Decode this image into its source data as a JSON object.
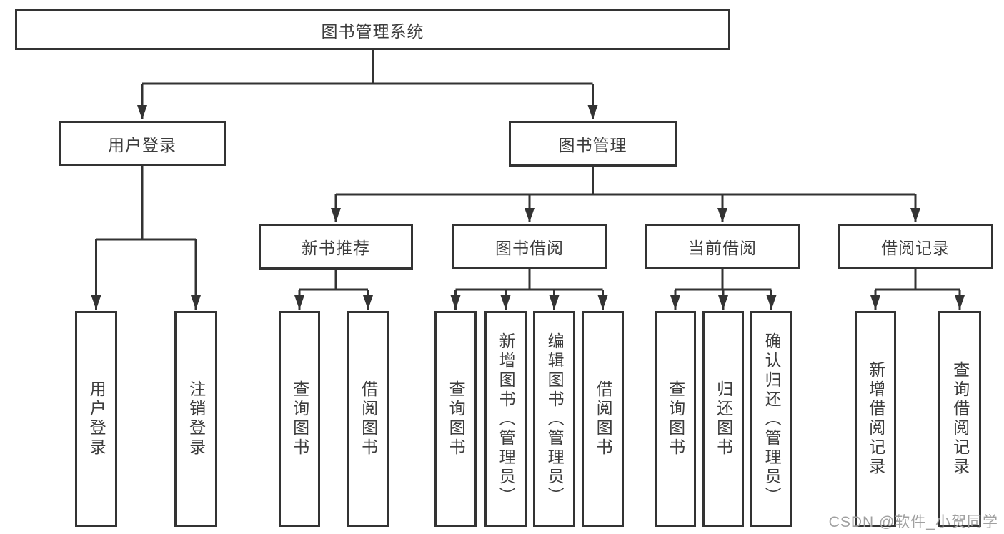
{
  "diagram": {
    "title": "图书管理系统",
    "branches": [
      {
        "label": "用户登录",
        "children": [
          "用户登录",
          "注销登录"
        ]
      },
      {
        "label": "图书管理",
        "sections": [
          {
            "label": "新书推荐",
            "children": [
              "查询图书",
              "借阅图书"
            ]
          },
          {
            "label": "图书借阅",
            "children": [
              "查询图书",
              "新增图书（管理员）",
              "编辑图书（管理员）",
              "借阅图书"
            ]
          },
          {
            "label": "当前借阅",
            "children": [
              "查询图书",
              "归还图书",
              "确认归还（管理员）"
            ]
          },
          {
            "label": "借阅记录",
            "children": [
              "新增借阅记录",
              "查询借阅记录"
            ]
          }
        ]
      }
    ]
  },
  "watermark": {
    "text": "CSDN @软件_小贺同学"
  },
  "colors": {
    "line": "#333333",
    "text": "#3d3d3d",
    "background": "#ffffff",
    "watermark": "#a0a0a0"
  }
}
